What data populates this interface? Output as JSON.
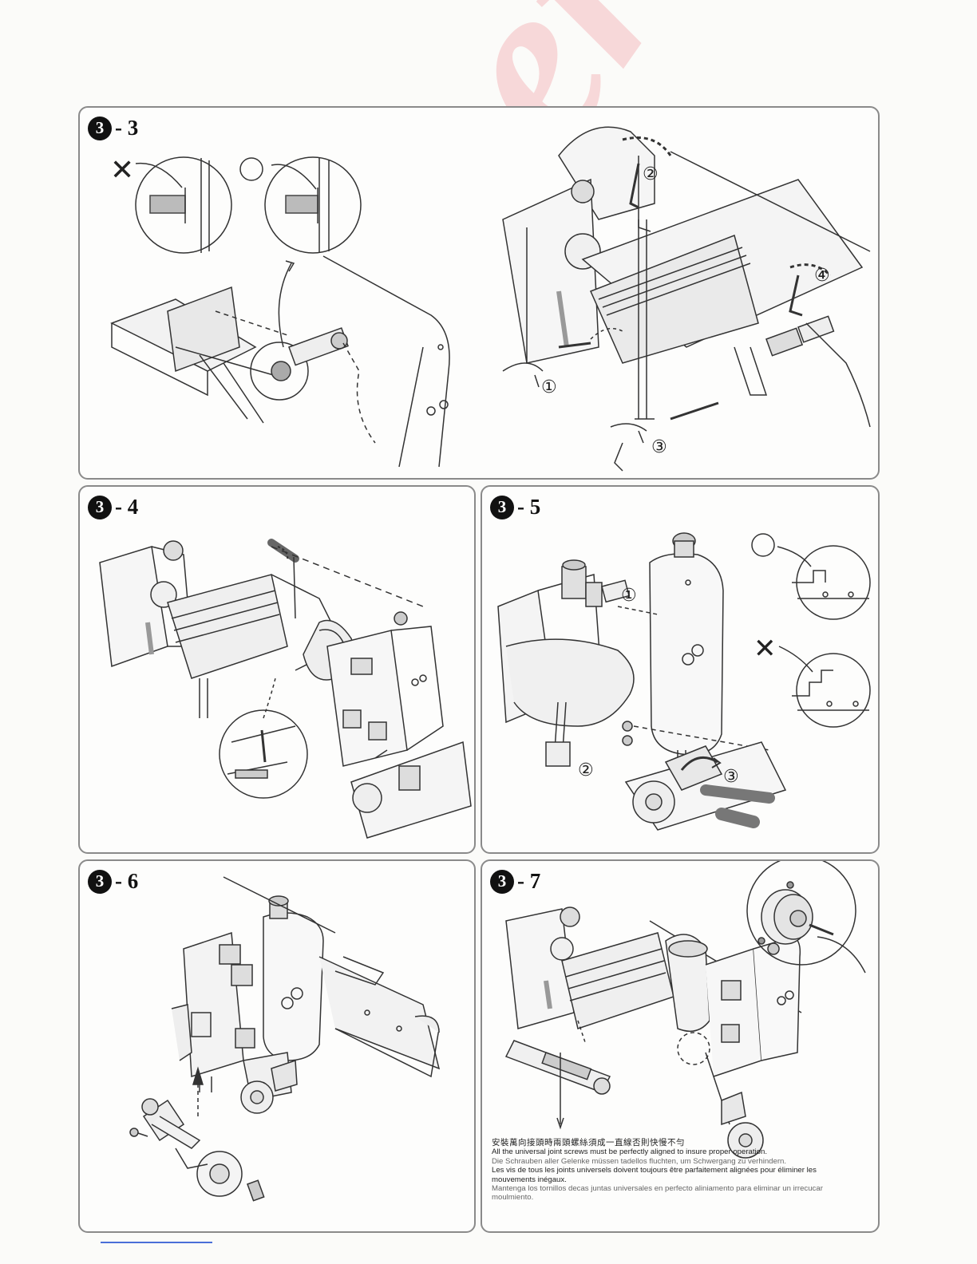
{
  "steps": [
    {
      "num": "3",
      "suffix": "- 3"
    },
    {
      "num": "3",
      "suffix": "- 4"
    },
    {
      "num": "3",
      "suffix": "- 5"
    },
    {
      "num": "3",
      "suffix": "- 6"
    },
    {
      "num": "3",
      "suffix": "- 7"
    }
  ],
  "markers": {
    "wrong": "✕",
    "right": "○",
    "c1": "①",
    "c2": "②",
    "c3": "③",
    "c4": "④"
  },
  "notes": {
    "zh": "安裝萬向接頭時兩頭螺絲須成一直線否則快慢不勻",
    "en": "All the universal joint screws must be perfectly aligned to insure proper operation.",
    "de": "Die Schrauben aller Gelenke müssen tadellos fluchten, um Schwergang zu verhindern.",
    "fr": "Les vis de tous les joints universels doivent toujours être parfaitement alignées pour éliminer les mouvements inégaux.",
    "es": "Mantenga los tornillos decas juntas universales en perfecto aliniamento para eliminar un irrecucar moulmiento."
  },
  "watermark": "Superior"
}
